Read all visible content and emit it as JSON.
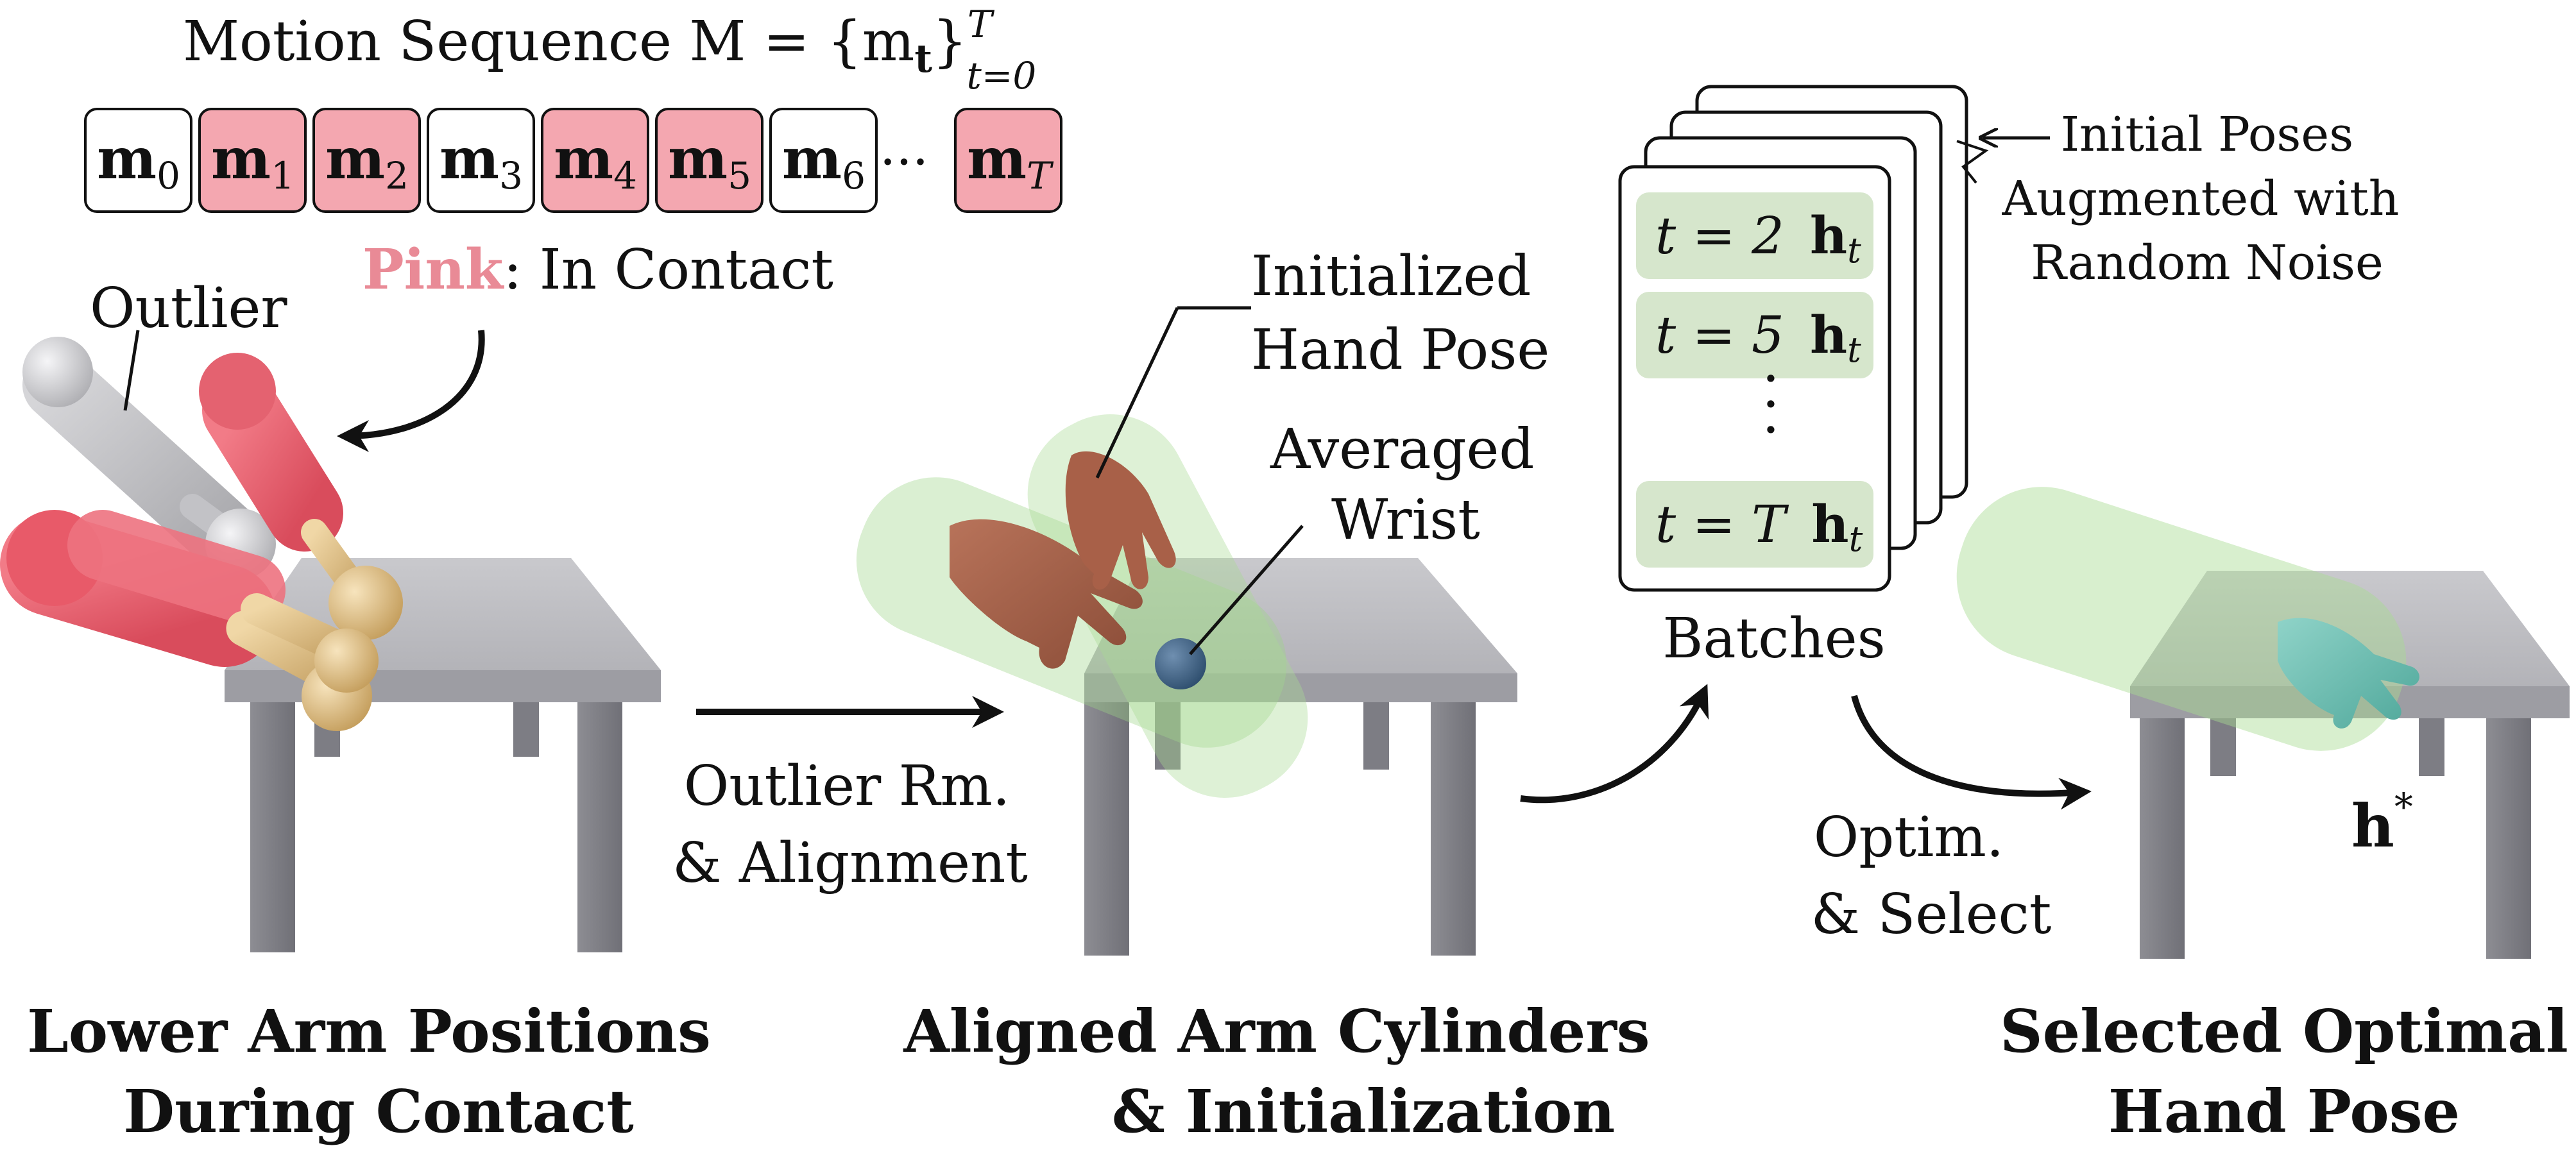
{
  "motion": {
    "title": "Motion Sequence M = {m",
    "title_sub": "t",
    "title_close": "}",
    "title_sup": "T",
    "title_lower": "t=0",
    "frames": [
      {
        "base": "m",
        "sub": "0",
        "contact": false
      },
      {
        "base": "m",
        "sub": "1",
        "contact": true
      },
      {
        "base": "m",
        "sub": "2",
        "contact": true
      },
      {
        "base": "m",
        "sub": "3",
        "contact": false
      },
      {
        "base": "m",
        "sub": "4",
        "contact": true
      },
      {
        "base": "m",
        "sub": "5",
        "contact": true
      },
      {
        "base": "m",
        "sub": "6",
        "contact": false
      },
      {
        "base": "m",
        "sub": "T",
        "contact": true
      }
    ],
    "ellipsis": "···",
    "legend_word": "Pink",
    "legend_rest": ": In Contact",
    "contact_color": "#f4a7b0",
    "legend_color": "#e98a96"
  },
  "panel1": {
    "outlier_label": "Outlier",
    "caption_line1": "Lower Arm Positions",
    "caption_line2": "During Contact"
  },
  "step1": {
    "line1": "Outlier Rm.",
    "line2": "& Alignment"
  },
  "panel2": {
    "init_line1": "Initialized",
    "init_line2": "Hand Pose",
    "wrist_line1": "Averaged",
    "wrist_line2": "Wrist",
    "caption_line1": "Aligned Arm Cylinders",
    "caption_line2": "& Initialization"
  },
  "batches": {
    "rows": [
      {
        "t": "t = 2",
        "h": "h",
        "sub": "t"
      },
      {
        "t": "t = 5",
        "h": "h",
        "sub": "t"
      },
      {
        "t": "t = T",
        "h": "h",
        "sub": "t"
      }
    ],
    "label": "Batches",
    "noise_line1": "Initial Poses",
    "noise_line2": "Augmented with",
    "noise_line3": "Random Noise",
    "row_color": "#d6e6cc"
  },
  "step2": {
    "line1": "Optim.",
    "line2": "& Select"
  },
  "panel3": {
    "result": "h",
    "result_sup": "*",
    "caption_line1": "Selected Optimal",
    "caption_line2": "Hand Pose"
  }
}
